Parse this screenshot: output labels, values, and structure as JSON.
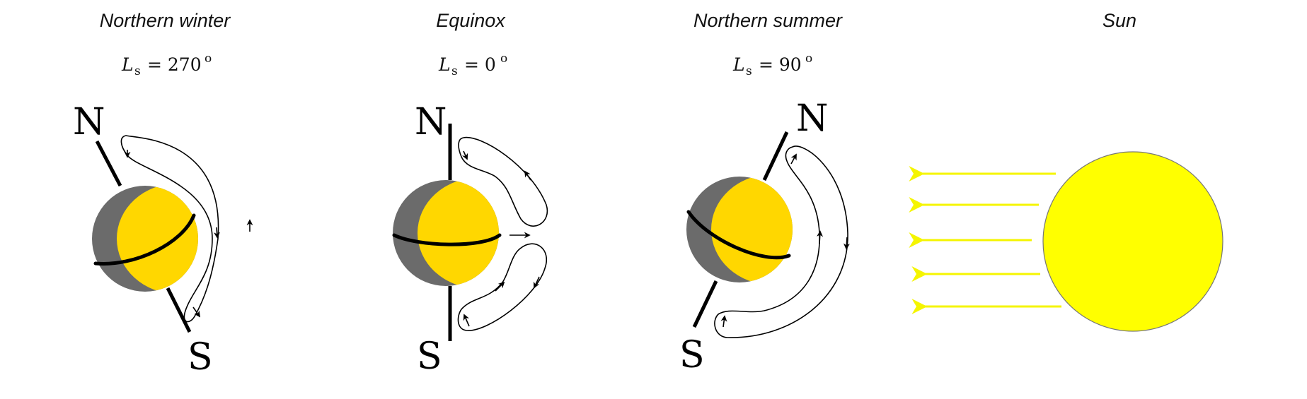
{
  "panels": [
    {
      "title": "Northern winter",
      "ls_symbol": "L",
      "ls_sub": "s",
      "ls_value": "= 270",
      "ls_unit": "o",
      "north": "N",
      "south": "S"
    },
    {
      "title": "Equinox",
      "ls_symbol": "L",
      "ls_sub": "s",
      "ls_value": "= 0",
      "ls_unit": "o",
      "north": "N",
      "south": "S"
    },
    {
      "title": "Northern summer",
      "ls_symbol": "L",
      "ls_sub": "s",
      "ls_value": "= 90",
      "ls_unit": "o",
      "north": "N",
      "south": "S"
    }
  ],
  "sun": {
    "title": "Sun"
  },
  "colors": {
    "day_side": "#ffd700",
    "night_side": "#6b6b6b",
    "sun_fill": "#ffff00",
    "sun_rays": "#f5f500",
    "lines": "#000000"
  }
}
